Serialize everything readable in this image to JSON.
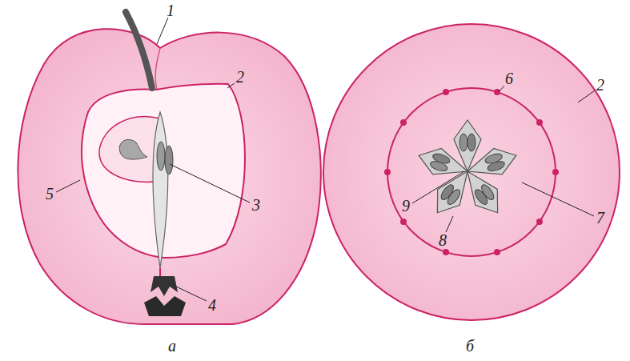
{
  "diagram": {
    "labels": [
      "1",
      "2",
      "5",
      "3",
      "4",
      "а",
      "6",
      "2",
      "9",
      "7",
      "8",
      "б"
    ]
  }
}
